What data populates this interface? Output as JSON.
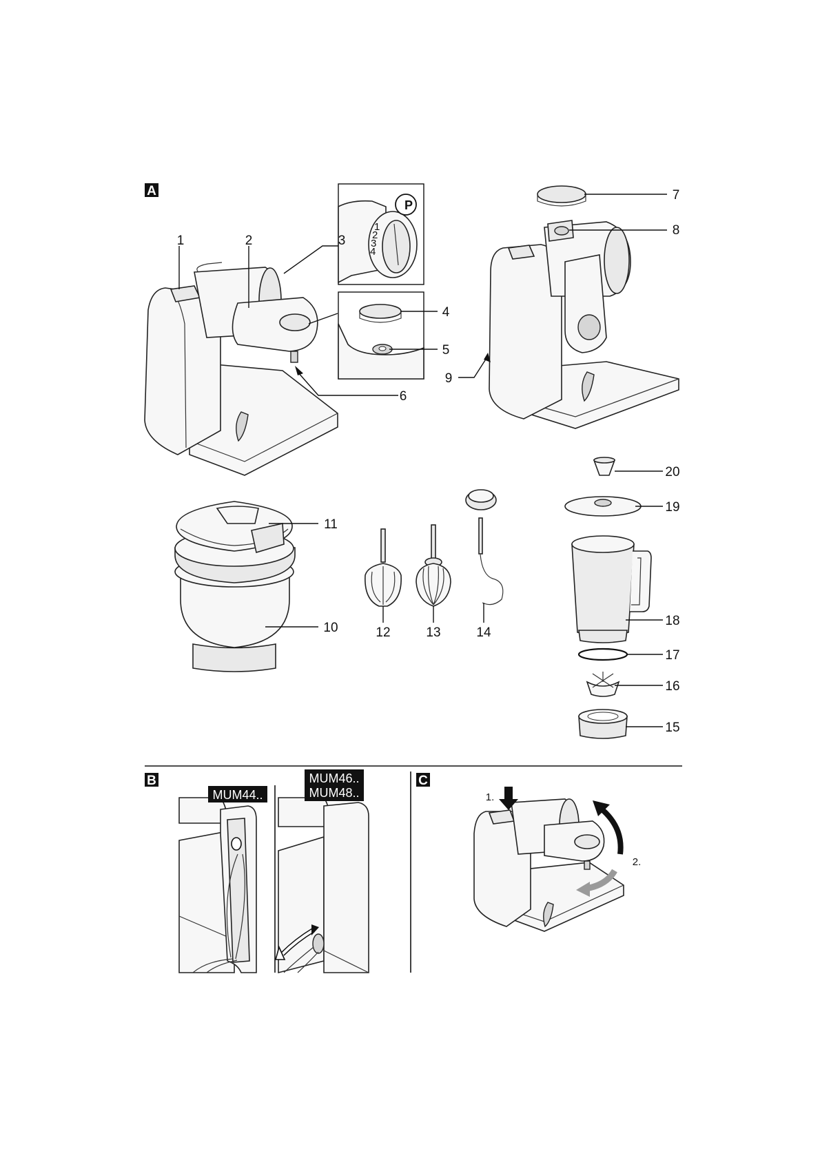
{
  "sections": {
    "a": "A",
    "b": "B",
    "c": "C"
  },
  "callouts": {
    "n1": "1",
    "n2": "2",
    "n3": "3",
    "n4": "4",
    "n5": "5",
    "n6": "6",
    "n7": "7",
    "n8": "8",
    "n9": "9",
    "n10": "10",
    "n11": "11",
    "n12": "12",
    "n13": "13",
    "n14": "14",
    "n15": "15",
    "n16": "16",
    "n17": "17",
    "n18": "18",
    "n19": "19",
    "n20": "20"
  },
  "models": {
    "left": "MUM44..",
    "right_line1": "MUM46..",
    "right_line2": "MUM48.."
  },
  "steps": {
    "s1": "1.",
    "s2": "2."
  },
  "dial": {
    "symbol": "P",
    "scale": [
      "1",
      "2",
      "3",
      "4"
    ]
  },
  "colors": {
    "section_tab": "#111111",
    "appliance_body": "#f7f7f7",
    "arrow_grey": "#9a9a9a",
    "line": "#111111"
  }
}
